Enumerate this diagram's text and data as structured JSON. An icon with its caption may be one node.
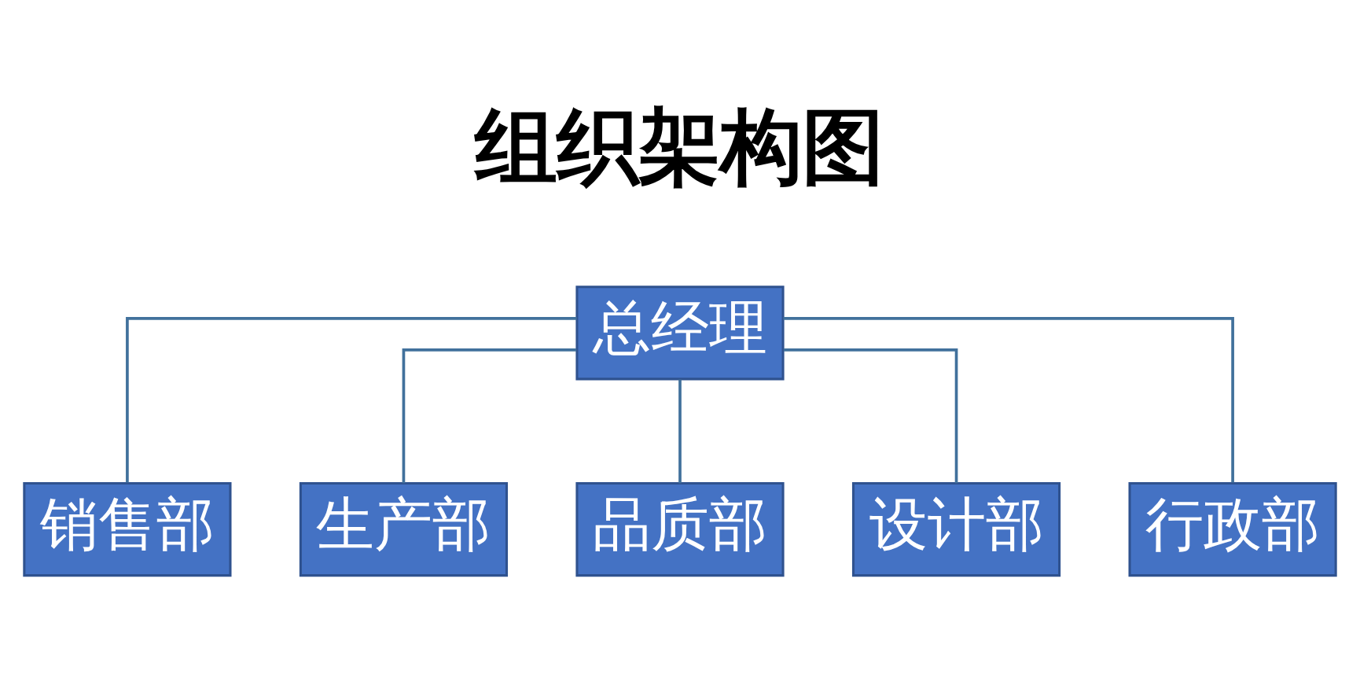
{
  "diagram": {
    "title": "组织架构图",
    "nodes": [
      {
        "text": [
          "总经理"
        ]
      },
      {
        "text": [
          "销售部"
        ]
      },
      {
        "text": [
          "生产部"
        ]
      },
      {
        "text": [
          "品质部"
        ]
      },
      {
        "text": [
          "设计部"
        ]
      },
      {
        "text": [
          "行政部"
        ]
      }
    ],
    "edges": [
      {
        "from": 0,
        "to": 1,
        "arrow": "none"
      },
      {
        "from": 0,
        "to": 2,
        "arrow": "none"
      },
      {
        "from": 0,
        "to": 3,
        "arrow": "none"
      },
      {
        "from": 0,
        "to": 4,
        "arrow": "none"
      },
      {
        "from": 0,
        "to": 5,
        "arrow": "none"
      }
    ]
  }
}
